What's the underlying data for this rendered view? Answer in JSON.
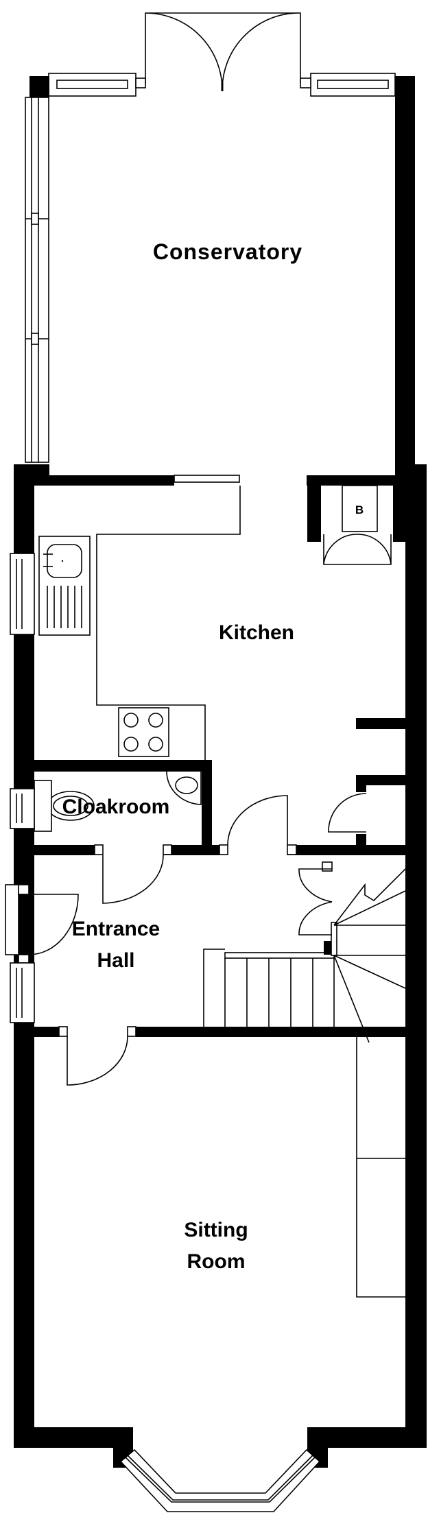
{
  "plan": {
    "rooms": {
      "conservatory": "Conservatory",
      "kitchen": "Kitchen",
      "cloakroom": "Cloakroom",
      "entrance_hall_line1": "Entrance",
      "entrance_hall_line2": "Hall",
      "sitting_room_line1": "Sitting",
      "sitting_room_line2": "Room"
    },
    "boiler_label": "B"
  }
}
